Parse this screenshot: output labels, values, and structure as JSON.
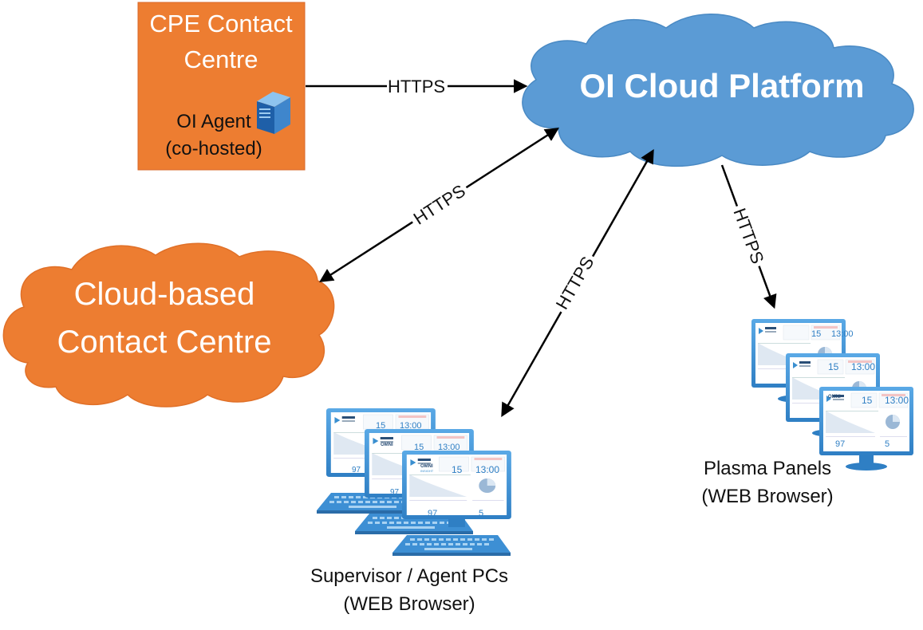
{
  "diagram": {
    "cpe_box": {
      "title_line1": "CPE Contact",
      "title_line2": "Centre",
      "agent_line1": "OI Agent",
      "agent_line2": "(co-hosted)",
      "fill": "#ED7D31"
    },
    "oi_cloud": {
      "label": "OI Cloud Platform",
      "fill": "#5B9BD5"
    },
    "cloud_cc": {
      "label_line1": "Cloud-based",
      "label_line2": "Contact Centre",
      "fill": "#ED7D31"
    },
    "connections": {
      "cpe_to_cloud": "HTTPS",
      "cloudcc_to_cloud": "HTTPS",
      "cloud_to_pcs": "HTTPS",
      "cloud_to_panels": "HTTPS"
    },
    "screen": {
      "brand_top": "OMNI",
      "brand_bottom": "INSIGHT",
      "count": "15",
      "time": "13:00",
      "metric_a": "97",
      "metric_b": "5"
    },
    "plasma_panels": {
      "line1": "Plasma Panels",
      "line2": "(WEB Browser)"
    },
    "pcs": {
      "line1": "Supervisor / Agent PCs",
      "line2": "(WEB Browser)"
    }
  }
}
